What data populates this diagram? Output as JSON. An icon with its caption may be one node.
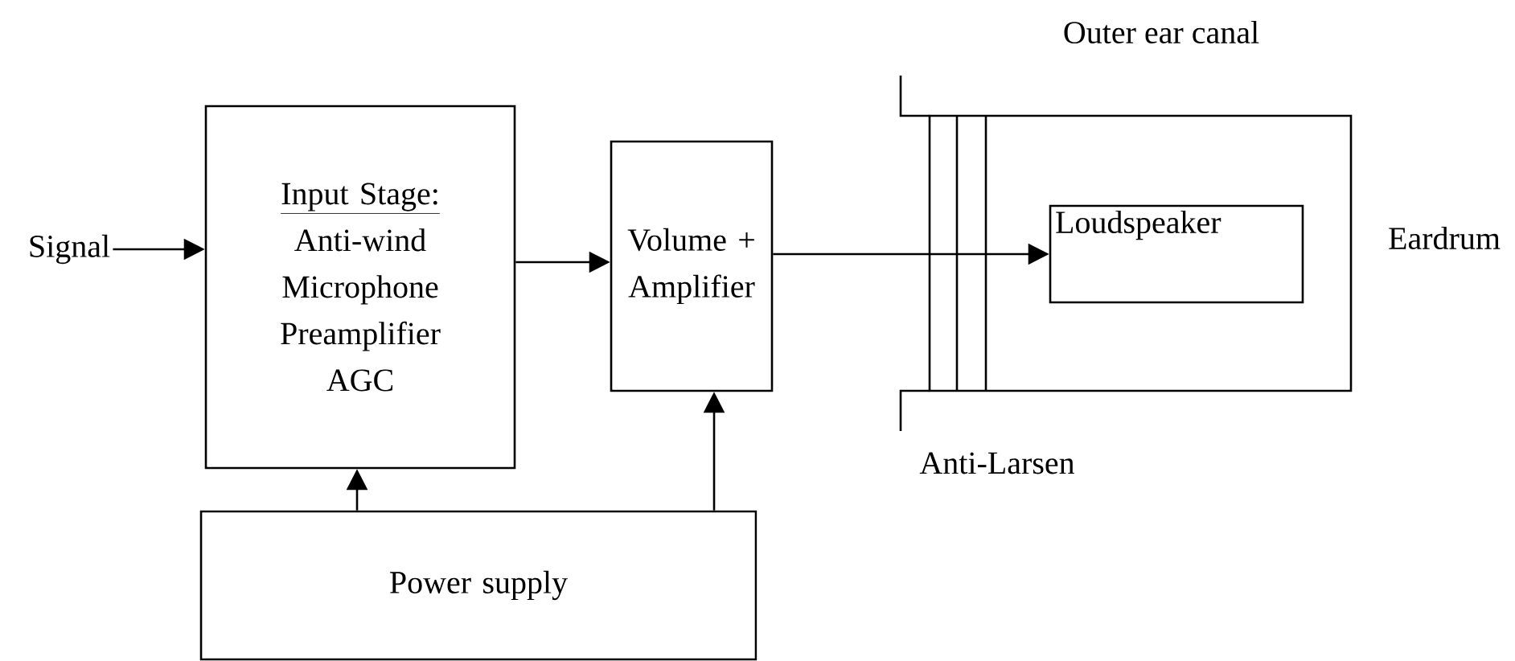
{
  "diagram": {
    "nodes": [
      {
        "text": [
          "Signal"
        ]
      },
      {
        "text": [
          "Input Stage:",
          "Anti-wind Microphone Preamplifier AGC"
        ]
      },
      {
        "text": [
          "Volume + Amplifier"
        ]
      },
      {
        "text": [
          "Outer ear canal"
        ],
        "beside": [
          "Eardrum"
        ]
      },
      {
        "text": [
          "Loudspeaker"
        ],
        "in": 3
      },
      {
        "text": [
          "Power supply"
        ]
      }
    ],
    "edges": [
      {
        "from": 0,
        "to": 1,
        "arrow": "to"
      },
      {
        "from": 1,
        "to": 2,
        "arrow": "to"
      },
      {
        "from": 2,
        "to": 4,
        "arrow": "to"
      },
      {
        "from": 5,
        "to": 1,
        "arrow": "to"
      },
      {
        "from": 5,
        "to": 2,
        "arrow": "to"
      }
    ],
    "labels": [
      "Anti-Larsen"
    ]
  }
}
